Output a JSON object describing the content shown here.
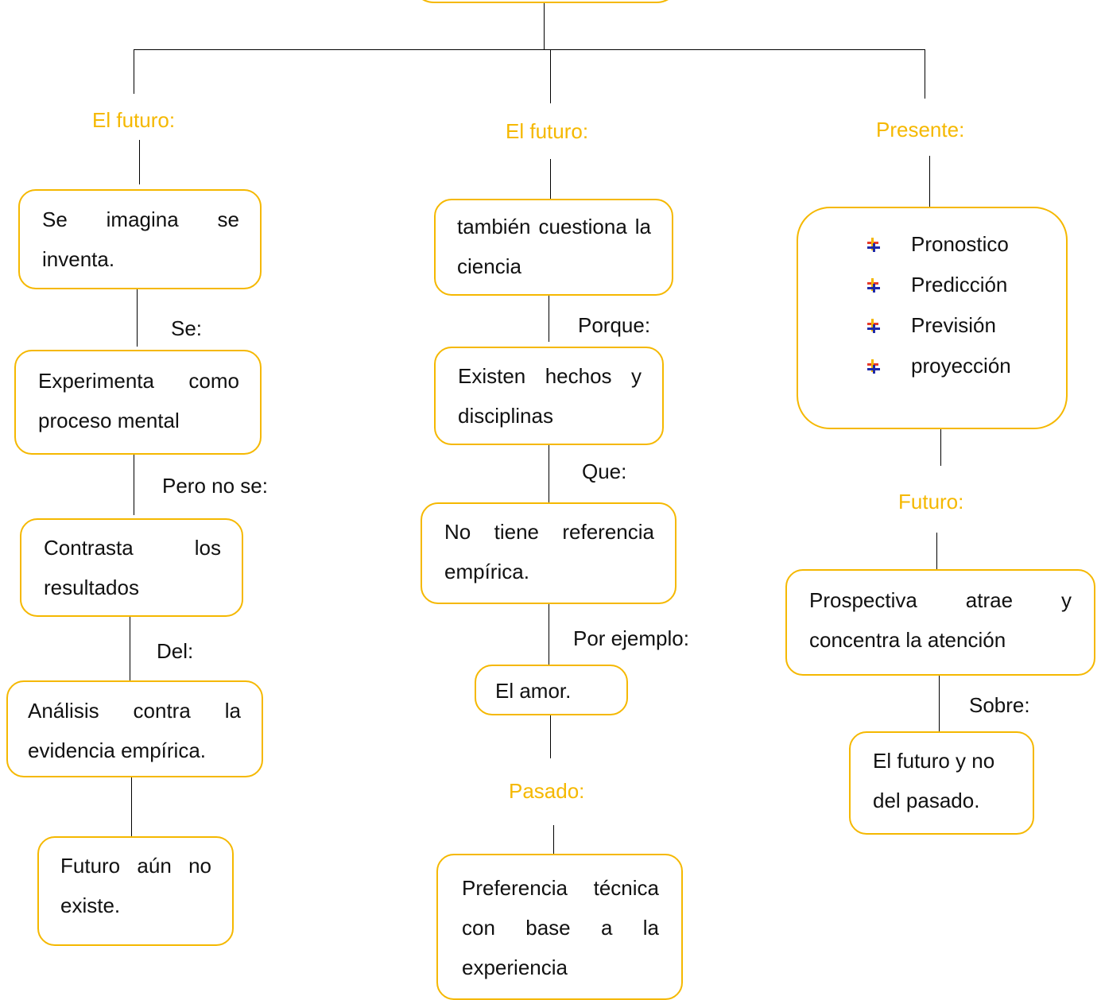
{
  "colors": {
    "accent": "#f5b800",
    "line": "#000000",
    "text": "#111111"
  },
  "branches": [
    {
      "heading": "El futuro:",
      "boxes": [
        "Se imagina se inventa.",
        "Experimenta como proceso mental",
        "Contrasta los resultados",
        "Análisis contra la evidencia empírica.",
        "Futuro aún no existe."
      ],
      "connectors": [
        "Se:",
        "Pero no se:",
        "Del:"
      ]
    },
    {
      "heading": "El futuro:",
      "boxes": [
        "también cuestiona la ciencia",
        "Existen hechos y disciplinas",
        "No tiene referencia empírica.",
        "El amor.",
        "Preferencia técnica con base a la experiencia"
      ],
      "connectors": [
        "Porque:",
        "Que:",
        "Por ejemplo:"
      ],
      "sub_heading": "Pasado:"
    },
    {
      "heading": "Presente:",
      "bullets": [
        "Pronostico",
        "Predicción",
        "Previsión",
        "proyección"
      ],
      "bullet_icon": "plus-cross-icon",
      "sub_heading": "Futuro:",
      "boxes": [
        "Prospectiva atrae y concentra la atención",
        "El futuro y no del pasado."
      ],
      "connectors": [
        "Sobre:"
      ]
    }
  ]
}
